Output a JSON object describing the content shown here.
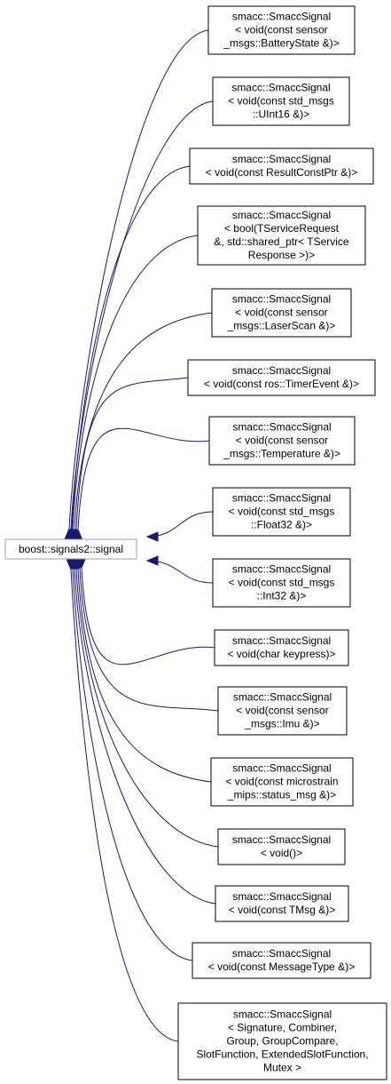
{
  "base": {
    "label": "boost::signals2::signal"
  },
  "colors": {
    "edge": "#191970",
    "node_border": "#000000",
    "base_border": "#a0a0a0"
  },
  "derived": [
    {
      "lines": [
        "smacc::SmaccSignal",
        "< void(const sensor",
        "_msgs::BatteryState &)>"
      ]
    },
    {
      "lines": [
        "smacc::SmaccSignal",
        "< void(const std_msgs",
        "::UInt16 &)>"
      ]
    },
    {
      "lines": [
        "smacc::SmaccSignal",
        "< void(const ResultConstPtr &)>"
      ]
    },
    {
      "lines": [
        "smacc::SmaccSignal",
        "< bool(TServiceRequest",
        "&, std::shared_ptr< TService",
        "Response >)>"
      ]
    },
    {
      "lines": [
        "smacc::SmaccSignal",
        "< void(const sensor",
        "_msgs::LaserScan &)>"
      ]
    },
    {
      "lines": [
        "smacc::SmaccSignal",
        "< void(const ros::TimerEvent &)>"
      ]
    },
    {
      "lines": [
        "smacc::SmaccSignal",
        "< void(const sensor",
        "_msgs::Temperature &)>"
      ]
    },
    {
      "lines": [
        "smacc::SmaccSignal",
        "< void(const std_msgs",
        "::Float32 &)>"
      ]
    },
    {
      "lines": [
        "smacc::SmaccSignal",
        "< void(const std_msgs",
        "::Int32 &)>"
      ]
    },
    {
      "lines": [
        "smacc::SmaccSignal",
        "< void(char keypress)>"
      ]
    },
    {
      "lines": [
        "smacc::SmaccSignal",
        "< void(const sensor",
        "_msgs::Imu &)>"
      ]
    },
    {
      "lines": [
        "smacc::SmaccSignal",
        "< void(const microstrain",
        "_mips::status_msg &)>"
      ]
    },
    {
      "lines": [
        "smacc::SmaccSignal",
        "< void()>"
      ]
    },
    {
      "lines": [
        "smacc::SmaccSignal",
        "< void(const TMsg &)>"
      ]
    },
    {
      "lines": [
        "smacc::SmaccSignal",
        "< void(const MessageType &)>"
      ]
    },
    {
      "lines": [
        "smacc::SmaccSignal",
        "< Signature, Combiner,",
        "Group, GroupCompare,",
        "SlotFunction, ExtendedSlotFunction,",
        "Mutex >"
      ]
    }
  ]
}
